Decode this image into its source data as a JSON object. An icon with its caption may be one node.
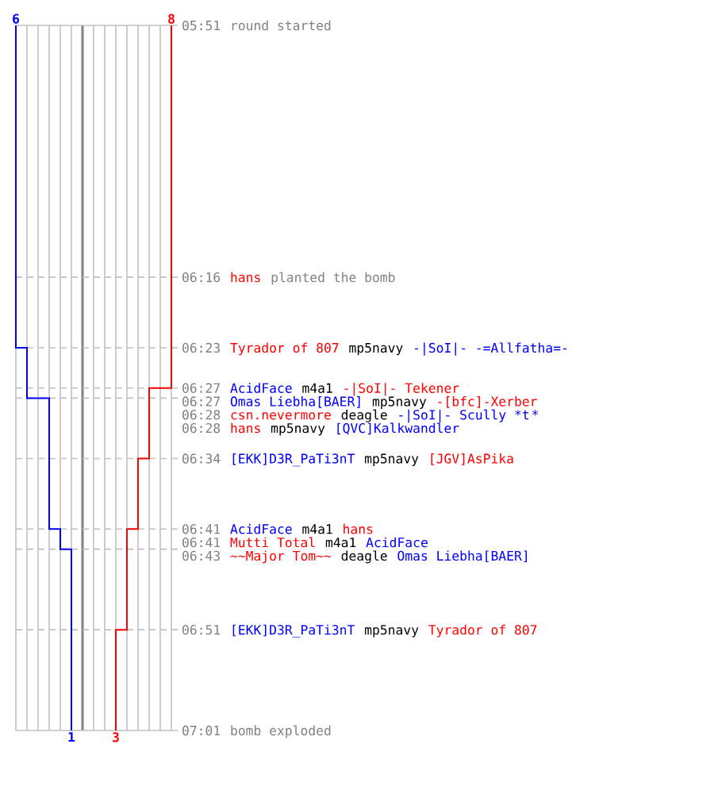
{
  "diagram": {
    "labels": [
      "6",
      "8",
      "05:51",
      "round started",
      "06:16",
      "hans",
      "planted the bomb",
      "06:23",
      "Tyrador of 807",
      "mp5navy",
      "-|SoI|- -=Allfatha=-",
      "06:27",
      "AcidFace",
      "m4a1",
      "-|SoI|- Tekener",
      "06:27",
      "Omas Liebha[BAER]",
      "mp5navy",
      "-[bfc]-Xerber",
      "06:28",
      "csn.nevermore",
      "deagle",
      "-|SoI|- Scully *t",
      "*",
      "06:28",
      "hans",
      "mp5navy",
      "[QVC]Kalkwandler",
      "06:34",
      "[EKK]D3R_PaTi3nT",
      "mp5navy",
      "[JGV]AsPika",
      "06:41",
      "AcidFace",
      "m4a1",
      "hans",
      "06:41",
      "Mutti Total",
      "m4a1",
      "AcidFace",
      "06:43",
      "~~Major Tom~~",
      "deagle",
      "Omas Liebha[BAER]",
      "06:51",
      "[EKK]D3R_PaTi3nT",
      "mp5navy",
      "Tyrador of 807",
      "1",
      "3",
      "07:01",
      "bomb exploded"
    ]
  }
}
